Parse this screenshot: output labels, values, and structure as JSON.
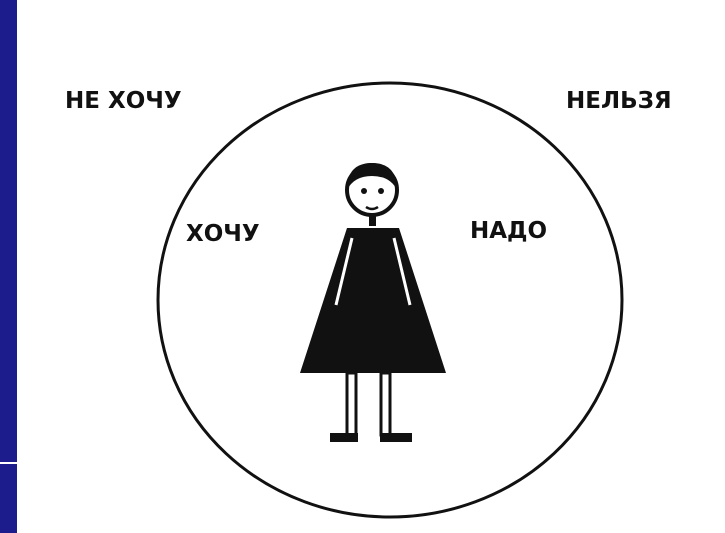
{
  "labels": {
    "outer_left": "НЕ ХОЧУ",
    "outer_right": "НЕЛЬЗЯ",
    "inner_left": "ХОЧУ",
    "inner_right": "НАДО"
  },
  "colors": {
    "background": "#1c1c8c",
    "panel": "#ffffff",
    "ink": "#111111"
  }
}
